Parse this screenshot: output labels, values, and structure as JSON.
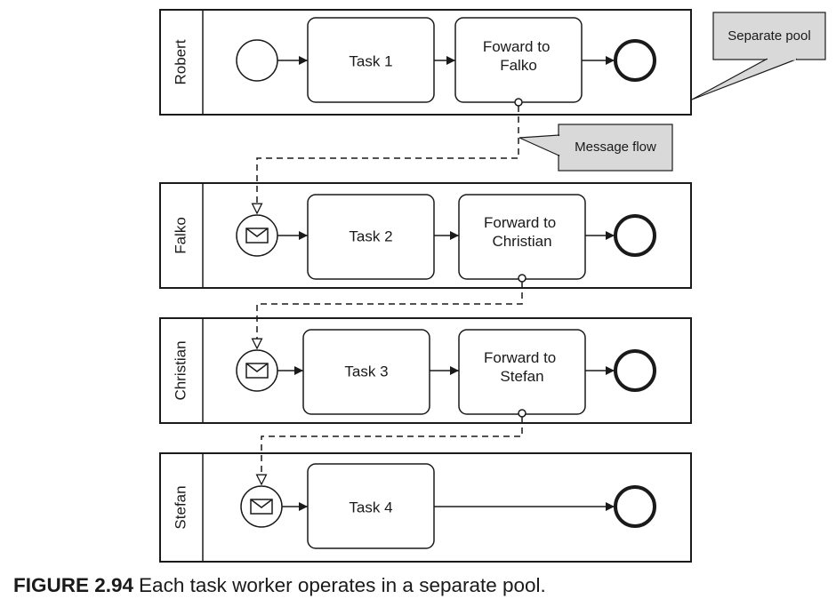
{
  "pools": [
    {
      "name": "Robert",
      "start": "none",
      "tasks": [
        "Task 1",
        "Foward to\nFalko"
      ]
    },
    {
      "name": "Falko",
      "start": "message",
      "tasks": [
        "Task 2",
        "Forward to\nChristian"
      ]
    },
    {
      "name": "Christian",
      "start": "message",
      "tasks": [
        "Task 3",
        "Forward to\nStefan"
      ]
    },
    {
      "name": "Stefan",
      "start": "message",
      "tasks": [
        "Task 4"
      ]
    }
  ],
  "callouts": {
    "separate_pool": "Separate pool",
    "message_flow": "Message flow"
  },
  "caption": {
    "number": "FIGURE 2.94",
    "text": "Each task worker operates in a separate pool."
  },
  "colors": {
    "line": "#1a1a1a",
    "callout_fill": "#d9d9d9",
    "background": "#ffffff"
  },
  "icons": {
    "message_start_event": "envelope-icon"
  }
}
